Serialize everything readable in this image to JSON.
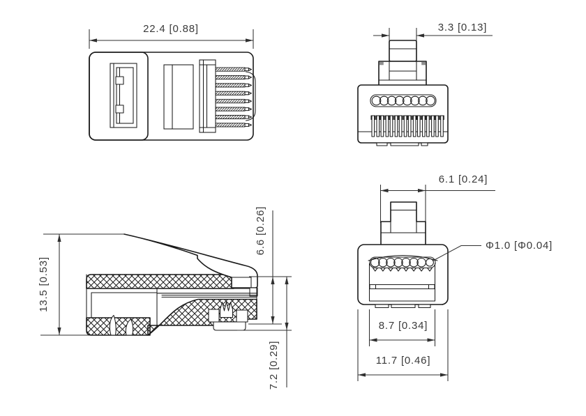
{
  "drawing": {
    "background": "#ffffff",
    "line_color": "#1a1a1a",
    "dim_text_color": "#3a3a3a",
    "views": {
      "top_view": {
        "dims": [
          {
            "label": "22.4 [0.88]"
          }
        ]
      },
      "front_view": {
        "dims": [
          {
            "label": "3.3 [0.13]"
          }
        ]
      },
      "side_section_view": {
        "dims": [
          {
            "label": "13.5 [0.53]"
          },
          {
            "label": "6.6 [0.26]"
          },
          {
            "label": "7.2 [0.29]"
          }
        ]
      },
      "rear_view": {
        "dims": [
          {
            "label": "6.1 [0.24]"
          },
          {
            "label": "Φ1.0 [Φ0.04]"
          },
          {
            "label": "8.7 [0.34]"
          },
          {
            "label": "11.7 [0.46]"
          }
        ]
      }
    }
  }
}
